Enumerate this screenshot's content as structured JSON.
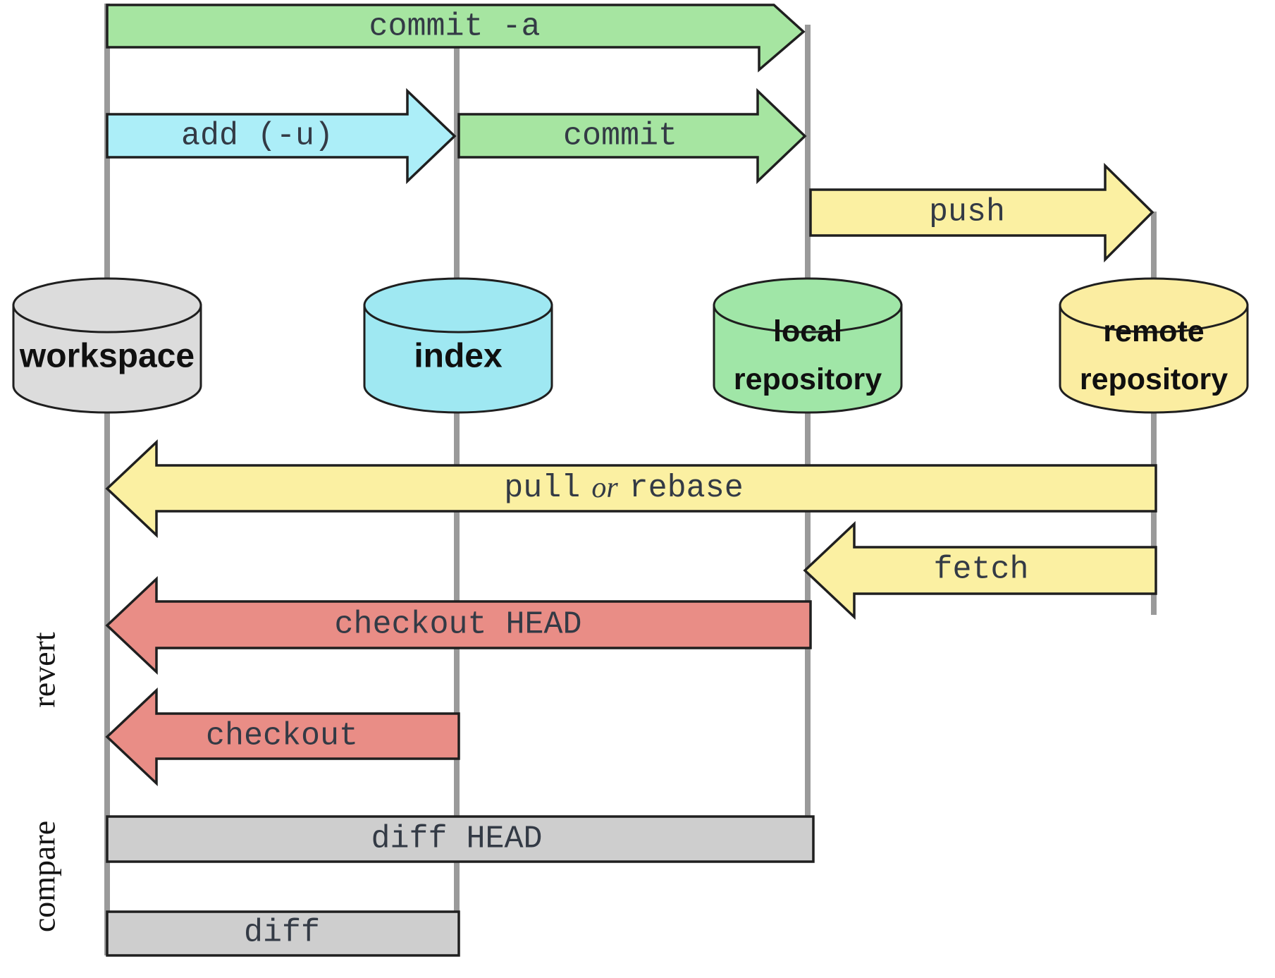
{
  "palette": {
    "outline": "#1f1f1f",
    "lifeline": "#9a9a9a",
    "green": "#a6e5a1",
    "cyan": "#aceef8",
    "yellow": "#fbf0a2",
    "red": "#e98d86",
    "gray": "#cecece"
  },
  "columns": {
    "workspace": {
      "label": "workspace",
      "fill": "#dcdcdc"
    },
    "index": {
      "label": "index",
      "fill": "#9fe8f2"
    },
    "local": {
      "line1": "local",
      "line2": "repository",
      "fill": "#a0e6a7"
    },
    "remote": {
      "line1": "remote",
      "line2": "repository",
      "fill": "#fbeda1"
    }
  },
  "arrows": {
    "commit_a": {
      "label": "commit -a",
      "fill": "#a6e5a1"
    },
    "add": {
      "label": "add (-u)",
      "fill": "#aceef8"
    },
    "commit": {
      "label": "commit",
      "fill": "#a6e5a1"
    },
    "push": {
      "label": "push",
      "fill": "#fbf0a2"
    },
    "pull_or_rebase": {
      "word1": "pull",
      "word2": "or",
      "word3": "rebase",
      "fill": "#fbf0a2"
    },
    "fetch": {
      "label": "fetch",
      "fill": "#fbf0a2"
    },
    "checkout_head": {
      "label": "checkout HEAD",
      "fill": "#e98d86"
    },
    "checkout": {
      "label": "checkout",
      "fill": "#e98d86"
    },
    "diff_head": {
      "label": "diff HEAD",
      "fill": "#cecece"
    },
    "diff": {
      "label": "diff",
      "fill": "#cecece"
    }
  },
  "side_labels": {
    "revert": "revert",
    "compare": "compare"
  }
}
